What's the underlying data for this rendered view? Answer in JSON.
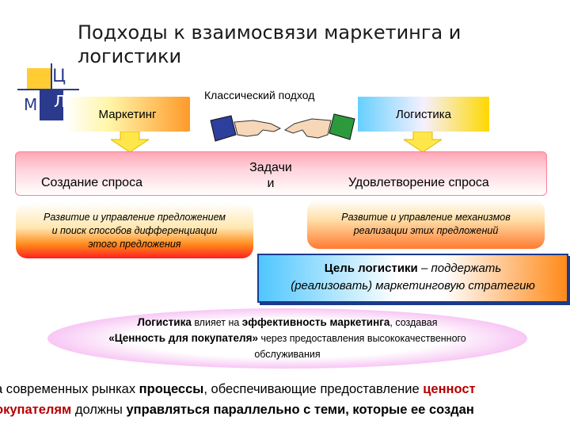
{
  "title": "Подходы к взаимосвязи маркетинга и логистики",
  "logo": {
    "letter_top": "Ц",
    "letter_left": "М",
    "letter_right": "Л"
  },
  "marketing_label": "Маркетинг",
  "logistics_label": "Логистика",
  "classic_label": "Классический подход",
  "band": {
    "left": "Создание спроса",
    "mid_line1": "Задачи",
    "mid_line2": "и",
    "right": "Удовлетворение спроса"
  },
  "pill_left": {
    "line1": "Развитие и управление предложением",
    "line2": "и поиск способов дифференциации",
    "line3": "этого предложения"
  },
  "pill_right": {
    "line1": "Развитие и управление механизмов",
    "line2": "реализации этих предложений"
  },
  "goal": {
    "bold": "Цель логистики",
    "rest": " – поддержать",
    "line2": "(реализовать) маркетинговую стратегию"
  },
  "ellipse": {
    "p1": "Логистика",
    "p2": " влияет на ",
    "p3": "эффективность маркетинга",
    "p4": ", создавая",
    "p5": "«Ценность для покупателя»",
    "p6": " через предоставления высококачественного",
    "p7": "обслуживания"
  },
  "bottom": {
    "l1a": "а современных рынках ",
    "l1b": "процессы",
    "l1c": ", обеспечивающие предоставление ",
    "l1d": "ценност",
    "l2a": "окупателям",
    "l2b": " должны ",
    "l2c": "управляться параллельно с теми, которые ее создан"
  },
  "colors": {
    "logo_yellow": "#ffcc33",
    "logo_blue": "#2b3a8c",
    "frame_blue": "#1a3a8c",
    "accent_red": "#b40000"
  }
}
